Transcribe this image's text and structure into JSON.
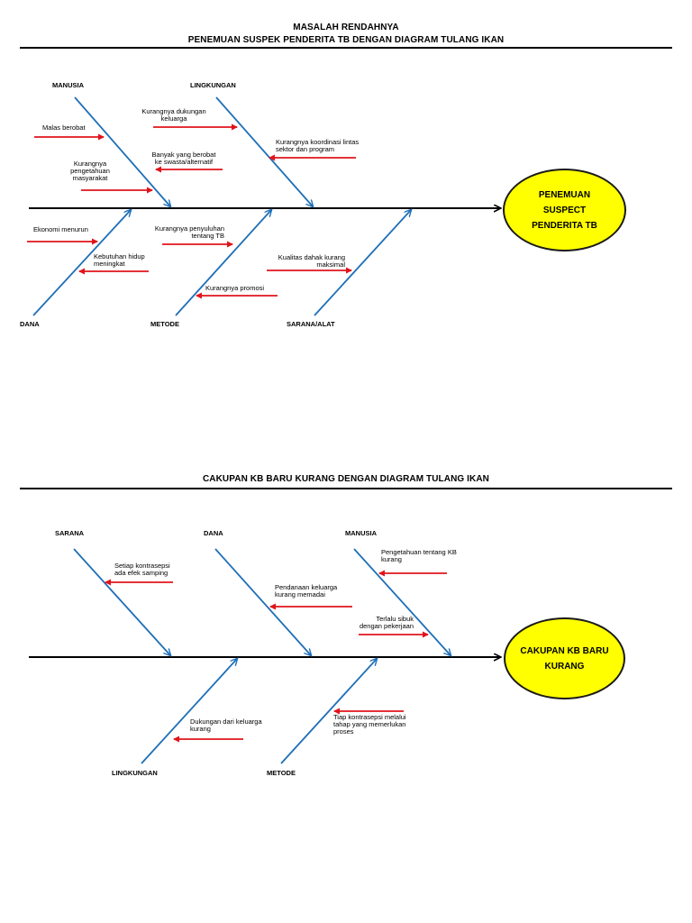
{
  "diagram1": {
    "title_line1": "MASALAH RENDAHNYA",
    "title_line2": "PENEMUAN SUSPEK PENDERITA TB DENGAN DIAGRAM TULANG IKAN",
    "head": "PENEMUAN\nSUSPECT\nPENDERITA TB",
    "head_color": "#ffff00",
    "categories": {
      "manusia": "MANUSIA",
      "lingkungan": "LINGKUNGAN",
      "dana": "DANA",
      "metode": "METODE",
      "sarana": "SARANA/ALAT"
    },
    "causes": {
      "malas": "Malas berobat",
      "pengetahuan": "Kurangnya\npengetahuan\nmasyarakat",
      "dukungan": "Kurangnya dukungan\nkeluarga",
      "swasta": "Banyak yang berobat\nke swasta/alternatif",
      "koordinasi": "Kurangnya koordinasi lintas\nsektor dan program",
      "ekonomi": "Ekonomi menurun",
      "kebutuhan": "Kebutuhan hidup\nmeningkat",
      "penyuluhan": "Kurangnya penyuluhan\ntentang TB",
      "promosi": "Kurangnya promosi",
      "dahak": "Kualitas dahak kurang\nmaksimal"
    }
  },
  "diagram2": {
    "title": "CAKUPAN KB BARU KURANG DENGAN DIAGRAM TULANG IKAN",
    "head": "CAKUPAN KB BARU\nKURANG",
    "head_color": "#ffff00",
    "categories": {
      "sarana": "SARANA",
      "dana": "DANA",
      "manusia": "MANUSIA",
      "lingkungan": "LINGKUNGAN",
      "metode": "METODE"
    },
    "causes": {
      "kontrasepsi": "Setiap kontrasepsi\nada efek samping",
      "pendanaan": "Pendanaan keluarga\nkurang memadai",
      "pengetahuan": "Pengetahuan tentang KB\nkurang",
      "sibuk": "Terlalu sibuk\ndengan pekerjaan",
      "dukungan": "Dukungan dari keluarga\nkurang",
      "tahap": "Tiap kontrasepsi melalui\ntahap yang memerlukan\nproses"
    }
  },
  "colors": {
    "spine": "#000000",
    "bone": "#1f6fb8",
    "cause_arrow": "#e0141b"
  }
}
